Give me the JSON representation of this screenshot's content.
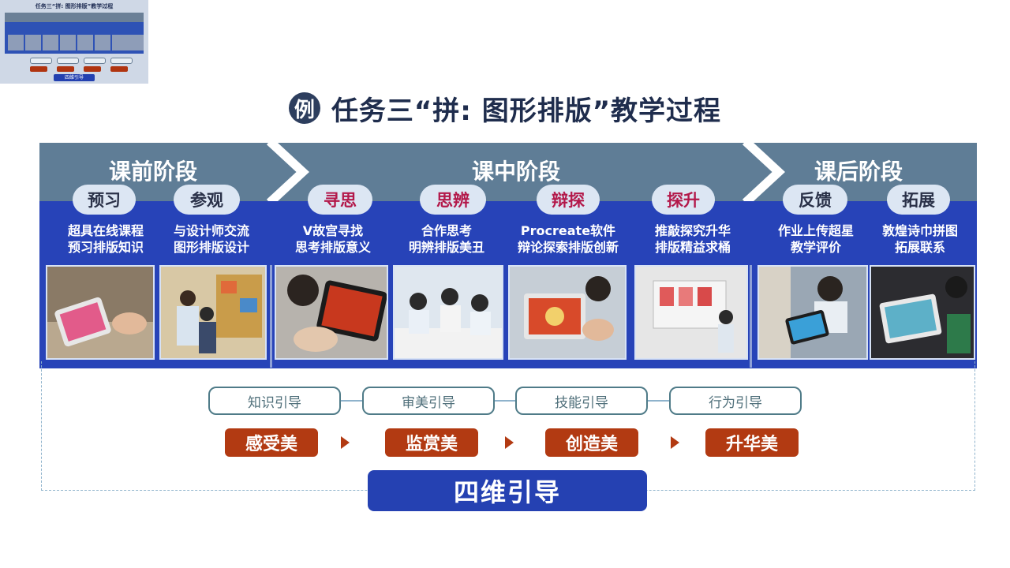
{
  "thumbnail": {
    "title": "任务三“拼: 图形排版”教学过程",
    "bottom_label": "四维引导"
  },
  "title": {
    "badge": "例",
    "text": "任务三“拼: 图形排版”教学过程"
  },
  "stages": [
    {
      "label": "课前阶段"
    },
    {
      "label": "课中阶段"
    },
    {
      "label": "课后阶段"
    }
  ],
  "activities": [
    {
      "name": "预习",
      "style": "dark",
      "desc1": "超具在线课程",
      "desc2": "预习排版知识",
      "photo": "tablet-hand"
    },
    {
      "name": "参观",
      "style": "dark",
      "desc1": "与设计师交流",
      "desc2": "图形排版设计",
      "photo": "studio-visit"
    },
    {
      "name": "寻思",
      "style": "pink",
      "desc1": "V故宫寻找",
      "desc2": "思考排版意义",
      "photo": "tablet-view"
    },
    {
      "name": "思辨",
      "style": "pink",
      "desc1": "合作思考",
      "desc2": "明辨排版美丑",
      "photo": "group-discussion"
    },
    {
      "name": "辩探",
      "style": "pink",
      "desc1": "Procreate软件",
      "desc2": "辩论探索排版创新",
      "photo": "tablet-drawing"
    },
    {
      "name": "探升",
      "style": "pink",
      "desc1": "推敲探究升华",
      "desc2": "排版精益求桶",
      "photo": "classroom-screen"
    },
    {
      "name": "反馈",
      "style": "dark",
      "desc1": "作业上传超星",
      "desc2": "教学评价",
      "photo": "student-tablet"
    },
    {
      "name": "拓展",
      "style": "dark",
      "desc1": "敦煌诗巾拼图",
      "desc2": "拓展联系",
      "photo": "tablet-pattern"
    }
  ],
  "guides": [
    "知识引导",
    "审美引导",
    "技能引导",
    "行为引导"
  ],
  "beauty": [
    "感受美",
    "监赏美",
    "创造美",
    "升华美"
  ],
  "bottom_label": "四维引导",
  "colors": {
    "band": "#5f7d96",
    "strip": "#2743b8",
    "accent_red": "#b23a12",
    "pill_pink_text": "#b3184a",
    "bottom_box": "#2541b2"
  }
}
